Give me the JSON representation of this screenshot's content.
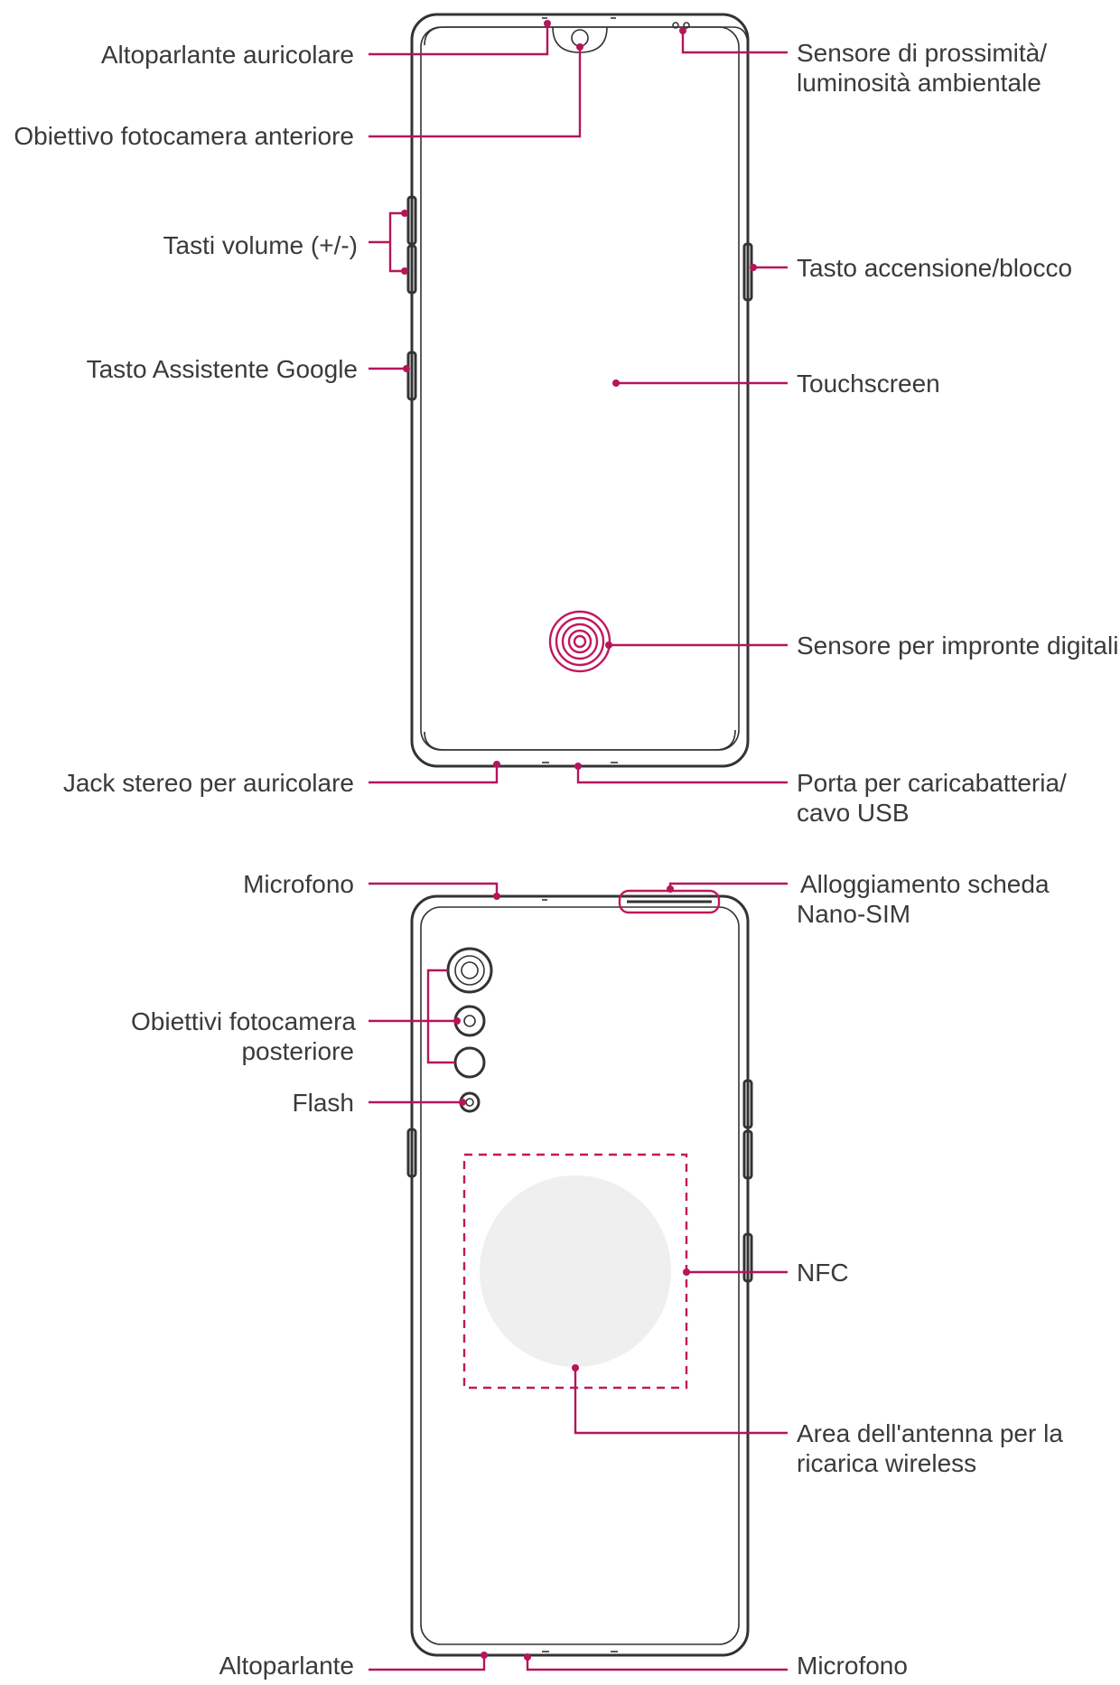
{
  "front_view": {
    "labels": {
      "earpiece": "Altoparlante auricolare",
      "front_camera": "Obiettivo fotocamera anteriore",
      "volume_keys": "Tasti volume (+/-)",
      "google_assistant_key": "Tasto Assistente Google",
      "headset_jack": "Jack stereo per auricolare",
      "proximity_sensor_line1": "Sensore di prossimità/",
      "proximity_sensor_line2": "luminosità ambientale",
      "power_lock_key": "Tasto accensione/blocco",
      "touchscreen": "Touchscreen",
      "fingerprint_sensor": "Sensore per impronte digitali",
      "charger_port_line1": "Porta per caricabatteria/",
      "charger_port_line2": "cavo USB"
    }
  },
  "back_view": {
    "labels": {
      "top_microphone": "Microfono",
      "rear_cameras_line1": "Obiettivi fotocamera",
      "rear_cameras_line2": "posteriore",
      "flash": "Flash",
      "speaker": "Altoparlante",
      "sim_tray_line1": "Alloggiamento scheda",
      "sim_tray_line2": "Nano-SIM",
      "nfc": "NFC",
      "wireless_antenna_line1": "Area dell'antenna per la",
      "wireless_antenna_line2": "ricarica wireless",
      "bottom_microphone": "Microfono"
    }
  },
  "colors": {
    "callout_line": "#b5155a",
    "outline": "#333333",
    "label_text": "#3a3a3a",
    "wireless_area_fill": "#efefef"
  }
}
